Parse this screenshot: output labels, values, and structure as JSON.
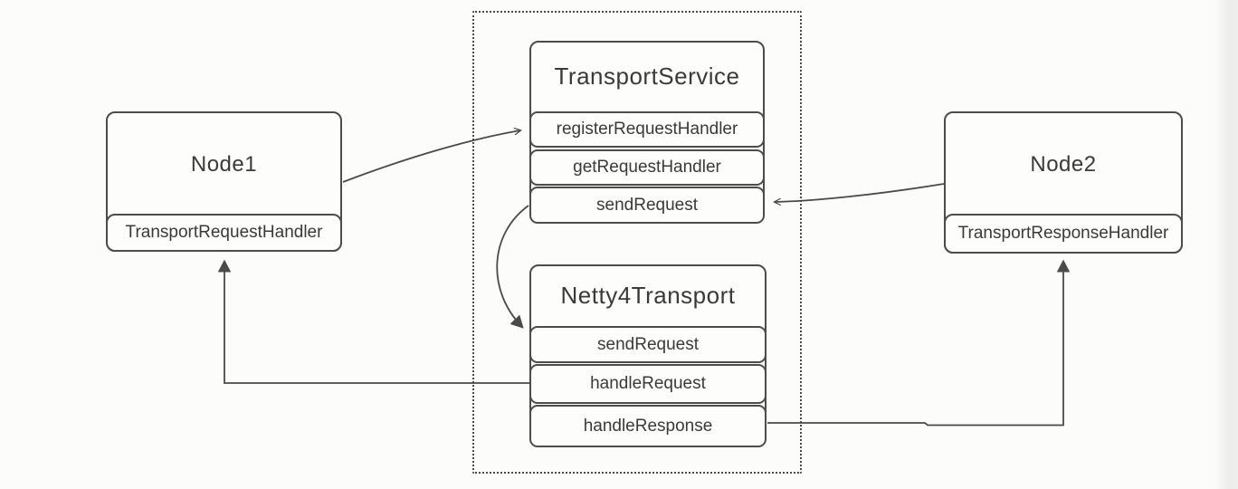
{
  "diagram": {
    "description": "Elasticsearch transport layer class interaction diagram",
    "colors": {
      "background": "#fcfcfb",
      "line": "#4a4a4a",
      "box_border": "#4c4c4c",
      "text": "#3a3a3a"
    },
    "nodes": {
      "node1": {
        "title": "Node1",
        "handler": "TransportRequestHandler"
      },
      "node2": {
        "title": "Node2",
        "handler": "TransportResponseHandler"
      },
      "transport_service": {
        "title": "TransportService",
        "methods": [
          "registerRequestHandler",
          "getRequestHandler",
          "sendRequest"
        ]
      },
      "netty4_transport": {
        "title": "Netty4Transport",
        "methods": [
          "sendRequest",
          "handleRequest",
          "handleResponse"
        ]
      }
    },
    "edges": [
      {
        "from": "Node1",
        "to": "TransportService.registerRequestHandler",
        "head": "open"
      },
      {
        "from": "Node2",
        "to": "TransportService.sendRequest",
        "head": "open"
      },
      {
        "from": "TransportService.sendRequest",
        "to": "Netty4Transport.sendRequest",
        "head": "solid"
      },
      {
        "from": "Netty4Transport.handleRequest",
        "to": "Node1.TransportRequestHandler",
        "head": "solid"
      },
      {
        "from": "Netty4Transport.handleResponse",
        "to": "Node2.TransportResponseHandler",
        "head": "solid"
      }
    ]
  }
}
